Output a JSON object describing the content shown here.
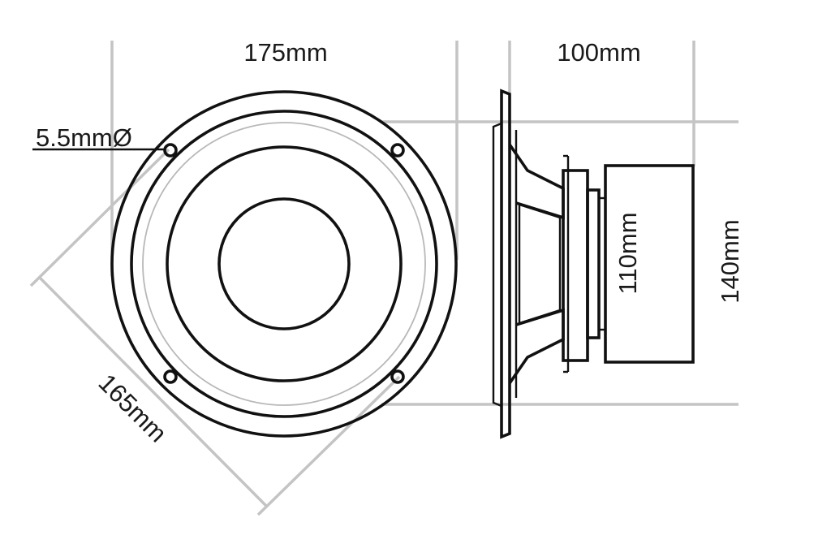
{
  "dimensions": {
    "frame_width": "175mm",
    "depth": "100mm",
    "mounting_hole": "5.5mmØ",
    "cutout_diameter": "165mm",
    "magnet_height_inner": "110mm",
    "magnet_height_outer": "140mm"
  },
  "colors": {
    "ink": "#111111",
    "guide": "#c4c4c4"
  }
}
